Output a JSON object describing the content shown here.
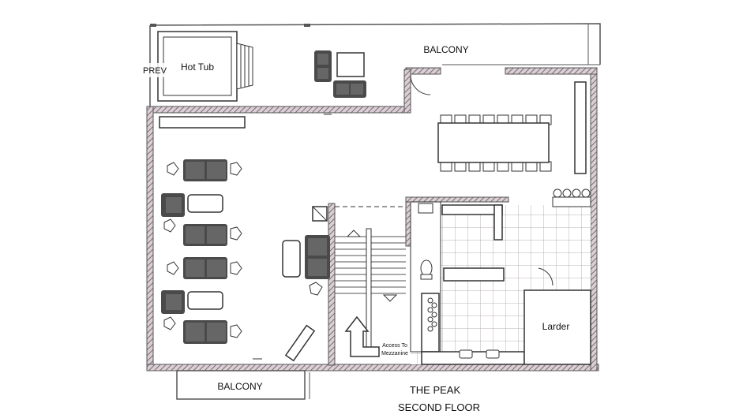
{
  "labels": {
    "prev": "PREV",
    "hot_tub": "Hot Tub",
    "balcony_top": "BALCONY",
    "balcony_bottom": "BALCONY",
    "larder": "Larder",
    "access_line1": "Access To",
    "access_line2": "Mezzanine",
    "title_line1": "THE PEAK",
    "title_line2": "SECOND FLOOR"
  },
  "colors": {
    "wall": "#8a7a82",
    "line": "#333333",
    "sofa": "#4a4a4a",
    "tile": "#b9b2ba"
  }
}
